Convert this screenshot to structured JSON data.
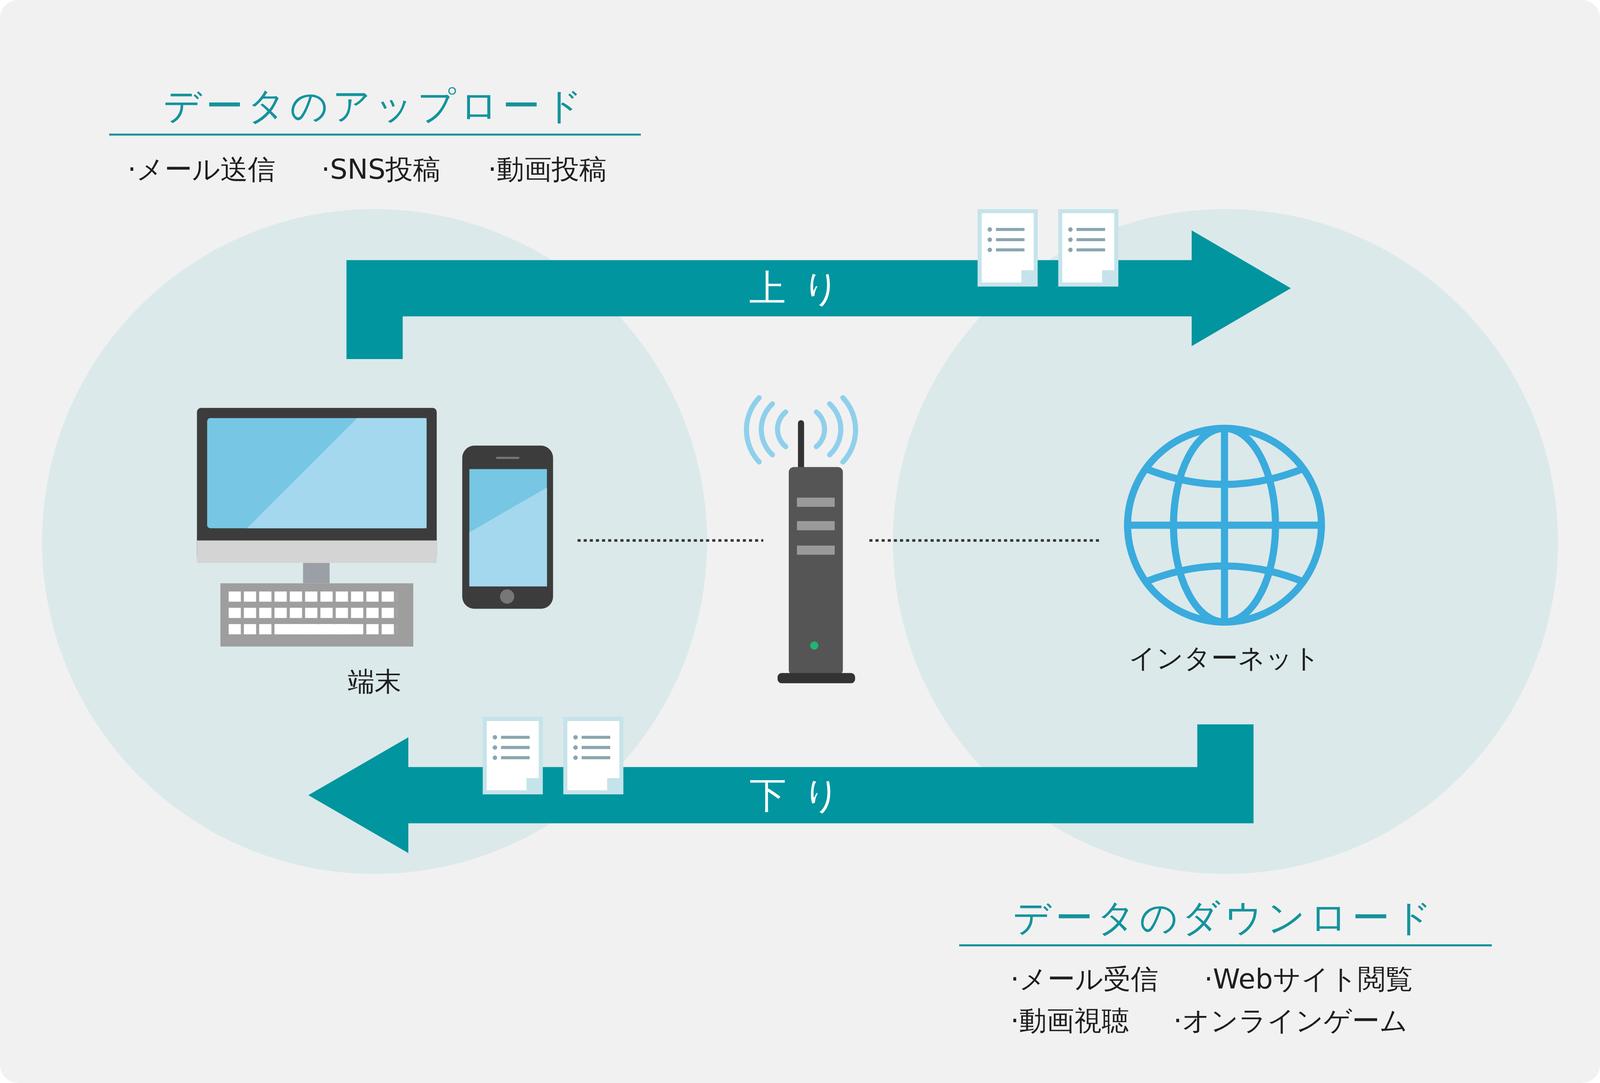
{
  "diagram": {
    "nodes": [
      {
        "text": [
          "端末"
        ]
      },
      {
        "text": [
          "インターネット"
        ]
      }
    ],
    "edges": [
      {
        "from": 0,
        "to": 1,
        "arrow": "to",
        "label": "上り"
      },
      {
        "from": 1,
        "to": 0,
        "arrow": "to",
        "label": "下り"
      }
    ],
    "labels": [
      "データのアップロード",
      "·メール送信",
      "·SNS投稿",
      "·動画投稿",
      "データのダウンロード",
      "·メール受信",
      "·Webサイト閲覧",
      "·動画視聴",
      "·オンラインゲーム"
    ]
  }
}
